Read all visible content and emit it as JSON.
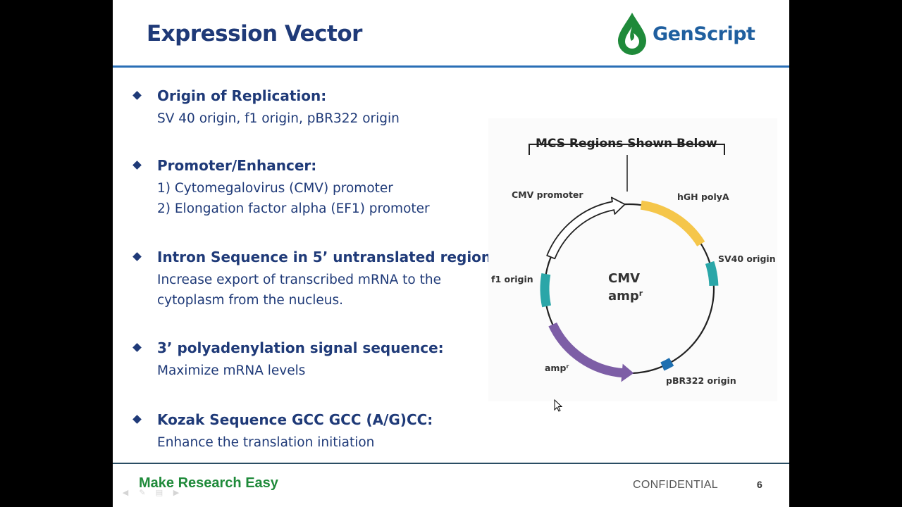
{
  "slide": {
    "title": "Expression Vector",
    "logo_text": "GenScript",
    "bullets": [
      {
        "heading": "Origin of Replication:",
        "lines": [
          "SV 40 origin, f1 origin, pBR322 origin"
        ]
      },
      {
        "heading": "Promoter/Enhancer:",
        "lines": [
          "1) Cytomegalovirus (CMV) promoter",
          "2) Elongation factor alpha (EF1) promoter"
        ]
      },
      {
        "heading": "Intron Sequence in 5’ untranslated region:",
        "lines": [
          "Increase export of transcribed mRNA to the",
          "cytoplasm from the nucleus."
        ]
      },
      {
        "heading": "3’ polyadenylation signal sequence:",
        "lines": [
          "Maximize mRNA levels"
        ]
      },
      {
        "heading": "Kozak Sequence GCC GCC (A/G)CC:",
        "lines": [
          "Enhance the translation initiation"
        ]
      }
    ],
    "diagram": {
      "mcs_label": "MCS Regions Shown Below",
      "center_line1": "CMV",
      "center_line2": "amp",
      "center_line2_sup": "r",
      "labels": {
        "cmv_promoter": "CMV promoter",
        "hgh_polya": "hGH polyA",
        "sv40_origin": "SV40 origin",
        "f1_origin": "f1 origin",
        "amp": "amp",
        "amp_sup": "r",
        "pbr322_origin": "pBR322 origin"
      },
      "colors": {
        "hgh_polya": "#f5c64a",
        "sv40_origin": "#2aa6a8",
        "f1_origin": "#2aa6a8",
        "amp": "#7d5ea6",
        "pbr322_origin": "#1e6fb0",
        "cmv_promoter": "#ffffff"
      }
    },
    "footer": {
      "tagline": "Make Research Easy",
      "confidential": "CONFIDENTIAL",
      "page_number": "6"
    }
  },
  "colors": {
    "title": "#1f3a78",
    "accent_rule": "#2a6fb6",
    "brand_green": "#1f8a3a",
    "logo_blue": "#1f5f9f"
  }
}
